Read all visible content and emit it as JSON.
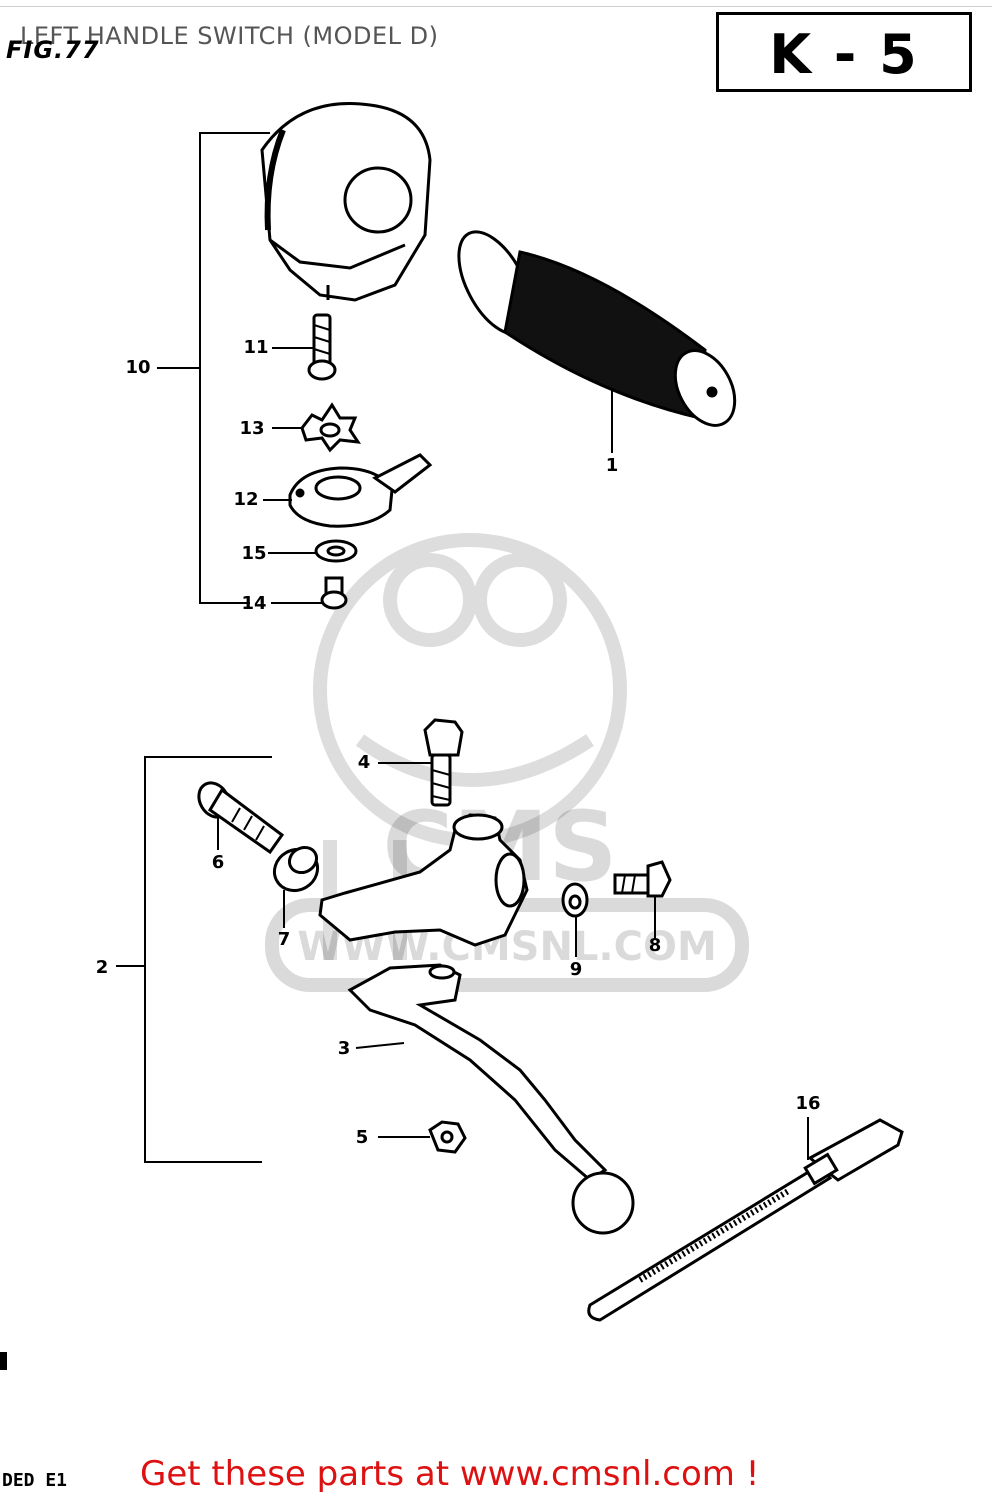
{
  "header": {
    "fig_label": "FIG.77",
    "title": "LEFT HANDLE SWITCH (MODEL D)",
    "section_code": "K - 5"
  },
  "callouts": [
    {
      "id": "1",
      "label": "1"
    },
    {
      "id": "2",
      "label": "2"
    },
    {
      "id": "3",
      "label": "3"
    },
    {
      "id": "4",
      "label": "4"
    },
    {
      "id": "5",
      "label": "5"
    },
    {
      "id": "6",
      "label": "6"
    },
    {
      "id": "7",
      "label": "7"
    },
    {
      "id": "8",
      "label": "8"
    },
    {
      "id": "9",
      "label": "9"
    },
    {
      "id": "10",
      "label": "10"
    },
    {
      "id": "11",
      "label": "11"
    },
    {
      "id": "12",
      "label": "12"
    },
    {
      "id": "13",
      "label": "13"
    },
    {
      "id": "14",
      "label": "14"
    },
    {
      "id": "15",
      "label": "15"
    },
    {
      "id": "16",
      "label": "16"
    }
  ],
  "watermark": {
    "text": "WWW.CMSNL.COM",
    "logo_text": "CMS"
  },
  "footer": {
    "promo": "Get these parts at www.cmsnl.com !",
    "code": "DED E1"
  }
}
